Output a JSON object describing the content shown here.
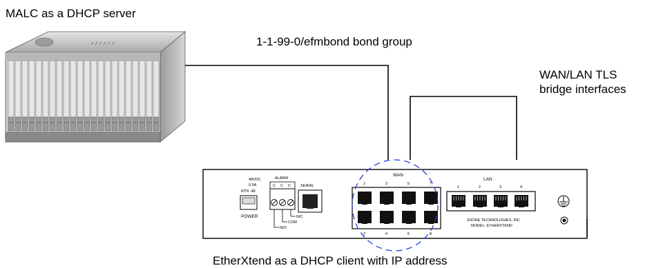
{
  "labels": {
    "server": "MALC as a DHCP server",
    "bond": "1-1-99-0/efmbond bond group",
    "tls_line1": "WAN/LAN TLS",
    "tls_line2": "bridge interfaces",
    "client": "EtherXtend as a DHCP client with IP address"
  },
  "device": {
    "power_spec": [
      "48VDC",
      "0.5A",
      "RTN  -48"
    ],
    "power": "POWER",
    "alarm": "ALARM",
    "alarm_pins": [
      "C",
      "C",
      "C"
    ],
    "nc": "N/C",
    "com": "COM",
    "no": "N/O",
    "serial": "SERIAL",
    "wan": "WAN",
    "wan_top": [
      "1",
      "3",
      "5",
      "7"
    ],
    "wan_bottom": [
      "2",
      "4",
      "6",
      "8"
    ],
    "lan": "LAN",
    "lan_ports": [
      "1",
      "2",
      "3",
      "4"
    ],
    "vendor": "ZHONE TECHNOLOGIES, INC",
    "model": "MODEL: ETHERXTEND"
  },
  "colors": {
    "highlight": "#1f3fd6",
    "chassis": "#c8c8c8",
    "line": "#000000"
  }
}
